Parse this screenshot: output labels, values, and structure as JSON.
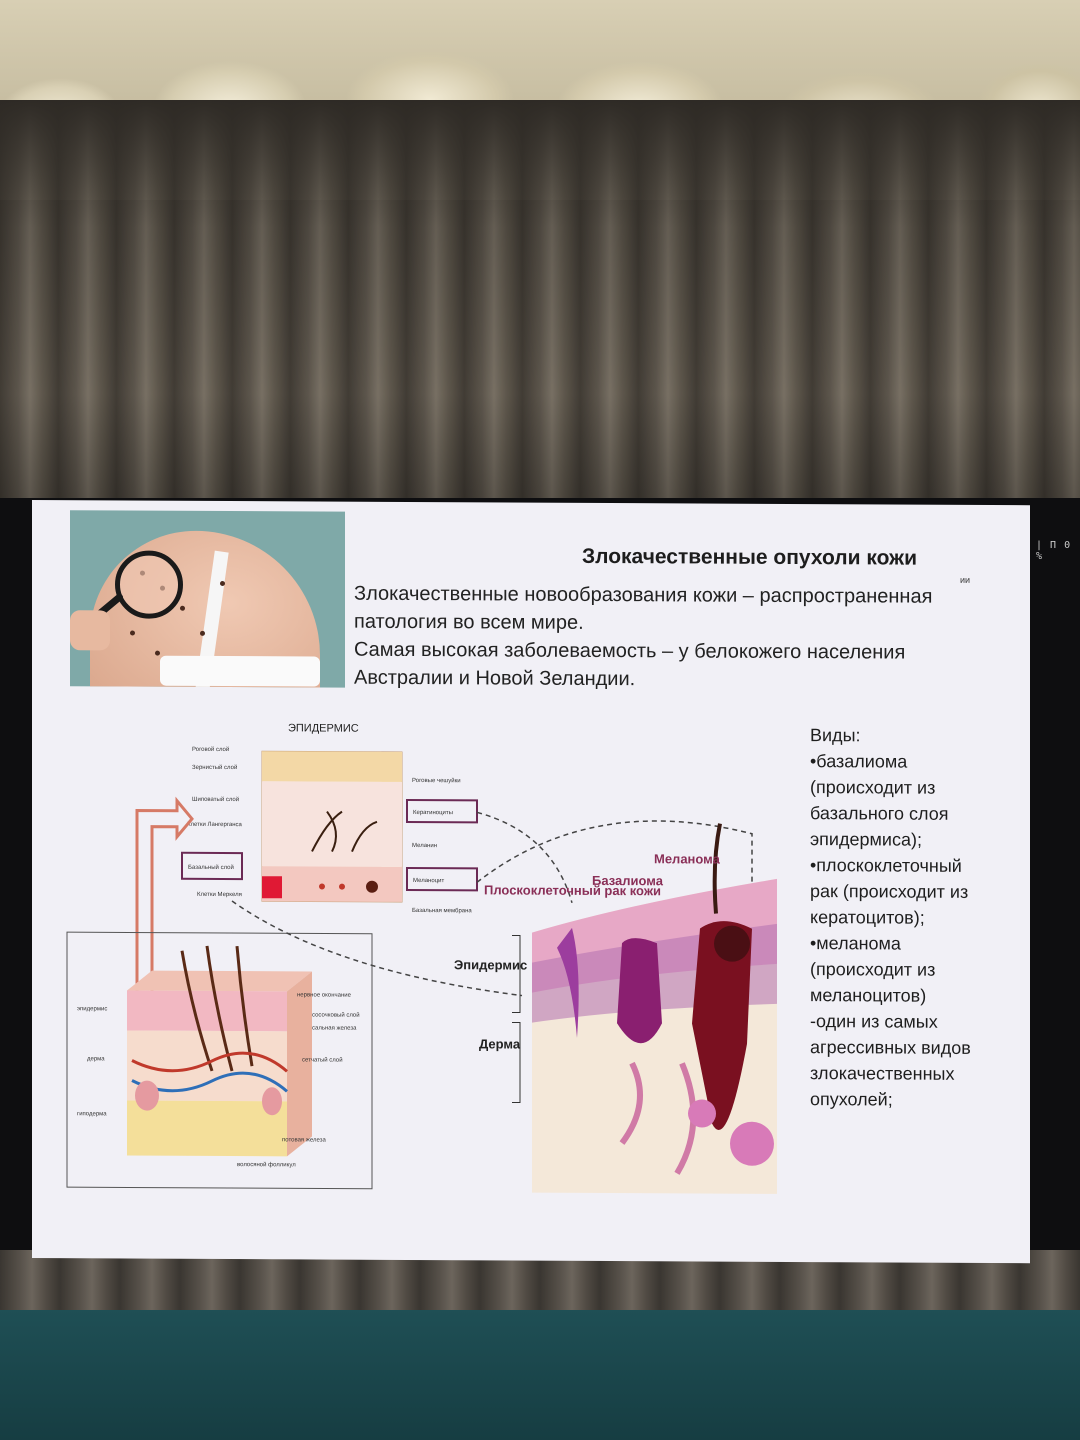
{
  "slide": {
    "title": "Злокачественные опухоли кожи",
    "title_tail": "ии",
    "side_label": "| П 0 %",
    "intro": [
      "Злокачественные новообразования кожи – распространенная",
      "патология во всем мире.",
      "Самая высокая заболеваемость – у белокожего населения",
      "Австралии и Новой Зеландии."
    ],
    "types": [
      "Виды:",
      "•базалиома",
      "(происходит из",
      "базального слоя",
      "эпидермиса);",
      "•плоскоклеточный",
      "рак (происходит из",
      "кератоцитов);",
      "•меланома",
      "(происходит из",
      "меланоцитов)",
      "-один из самых",
      "агрессивных видов",
      "злокачественных",
      "опухолей;"
    ]
  },
  "epidermis_diagram": {
    "heading": "ЭПИДЕРМИС",
    "left_labels": [
      "Роговой слой",
      "Зернистый слой",
      "Шиповатый слой",
      "Клетки Лангерганса",
      "Базальный слой",
      "Клетки Меркеля"
    ],
    "right_labels": [
      "Роговые чешуйки",
      "Кератиноциты",
      "Меланин",
      "Меланоцит",
      "Базальная мембрана"
    ]
  },
  "skin_diagram": {
    "left_labels": [
      "эпидермис",
      "дерма",
      "гиподерма"
    ],
    "right_labels": [
      "нервное окончание",
      "сосочковый слой",
      "сальная железа",
      "сетчатый слой",
      "потовая железа",
      "волосяной фолликул"
    ]
  },
  "tumor_diagram": {
    "labels": [
      "Плоскоклеточный рак кожи",
      "Базалиома",
      "Меланома"
    ],
    "layer_labels": [
      "Эпидермис",
      "Дерма"
    ]
  }
}
